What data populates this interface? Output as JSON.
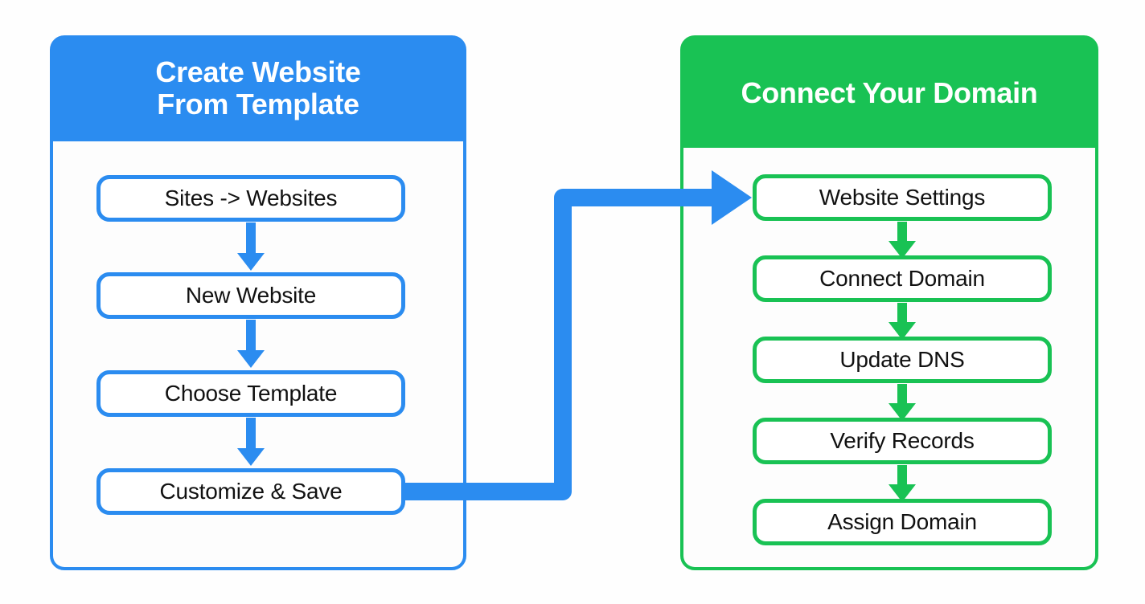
{
  "diagram": {
    "background_color": "#fefefe",
    "title_hidden": true
  },
  "panels": [
    {
      "id": "create-website",
      "header": "Create Website\nFrom Template",
      "header_line1": "Create Website",
      "header_line2": "From Template",
      "color": "#2b8cf0",
      "steps": [
        {
          "label": "Sites -> Websites"
        },
        {
          "label": "New Website"
        },
        {
          "label": "Choose Template"
        },
        {
          "label": "Customize & Save"
        }
      ]
    },
    {
      "id": "connect-domain",
      "header": "Connect Your Domain",
      "header_line1": "Connect Your Domain",
      "color": "#19c254",
      "steps": [
        {
          "label": "Website Settings"
        },
        {
          "label": "Connect Domain"
        },
        {
          "label": "Update DNS"
        },
        {
          "label": "Verify Records"
        },
        {
          "label": "Assign Domain"
        }
      ]
    }
  ],
  "connector": {
    "from": "Customize & Save",
    "to": "Website Settings",
    "color": "#2b8cf0",
    "style": "elbow-arrow"
  }
}
